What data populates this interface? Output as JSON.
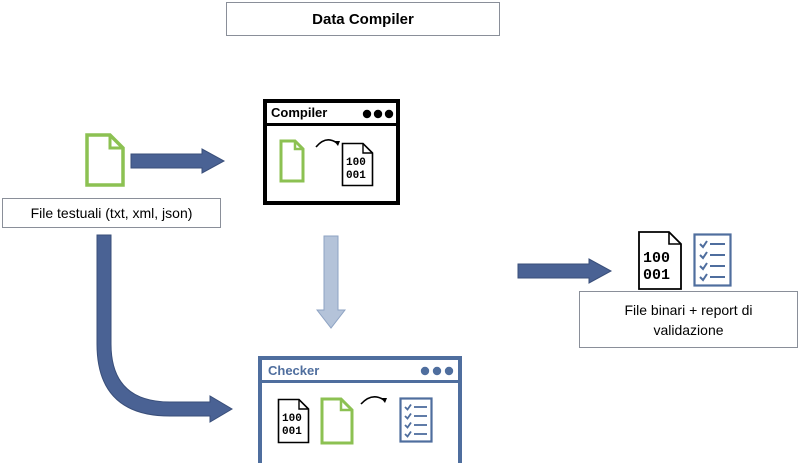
{
  "diagram": {
    "title": "Data Compiler",
    "source_label": "File testuali (txt, xml, json)",
    "compiler_window": {
      "title": "Compiler",
      "binary_line1": "100",
      "binary_line2": "001"
    },
    "checker_window": {
      "title": "Checker",
      "binary_line1": "100",
      "binary_line2": "001"
    },
    "output": {
      "binary_line1": "100",
      "binary_line2": "001",
      "label": "File binari + report di validazione"
    }
  },
  "colors": {
    "arrow_dark": "#4a6294",
    "arrow_light": "#b4c3d9",
    "file_green": "#8cc152",
    "checker_blue": "#4f6e9e",
    "report_blue": "#4f6e9e"
  },
  "icons": [
    "text-file-icon",
    "binary-file-icon",
    "checklist-report-icon",
    "window-dots-icon",
    "transform-arc-icon"
  ]
}
